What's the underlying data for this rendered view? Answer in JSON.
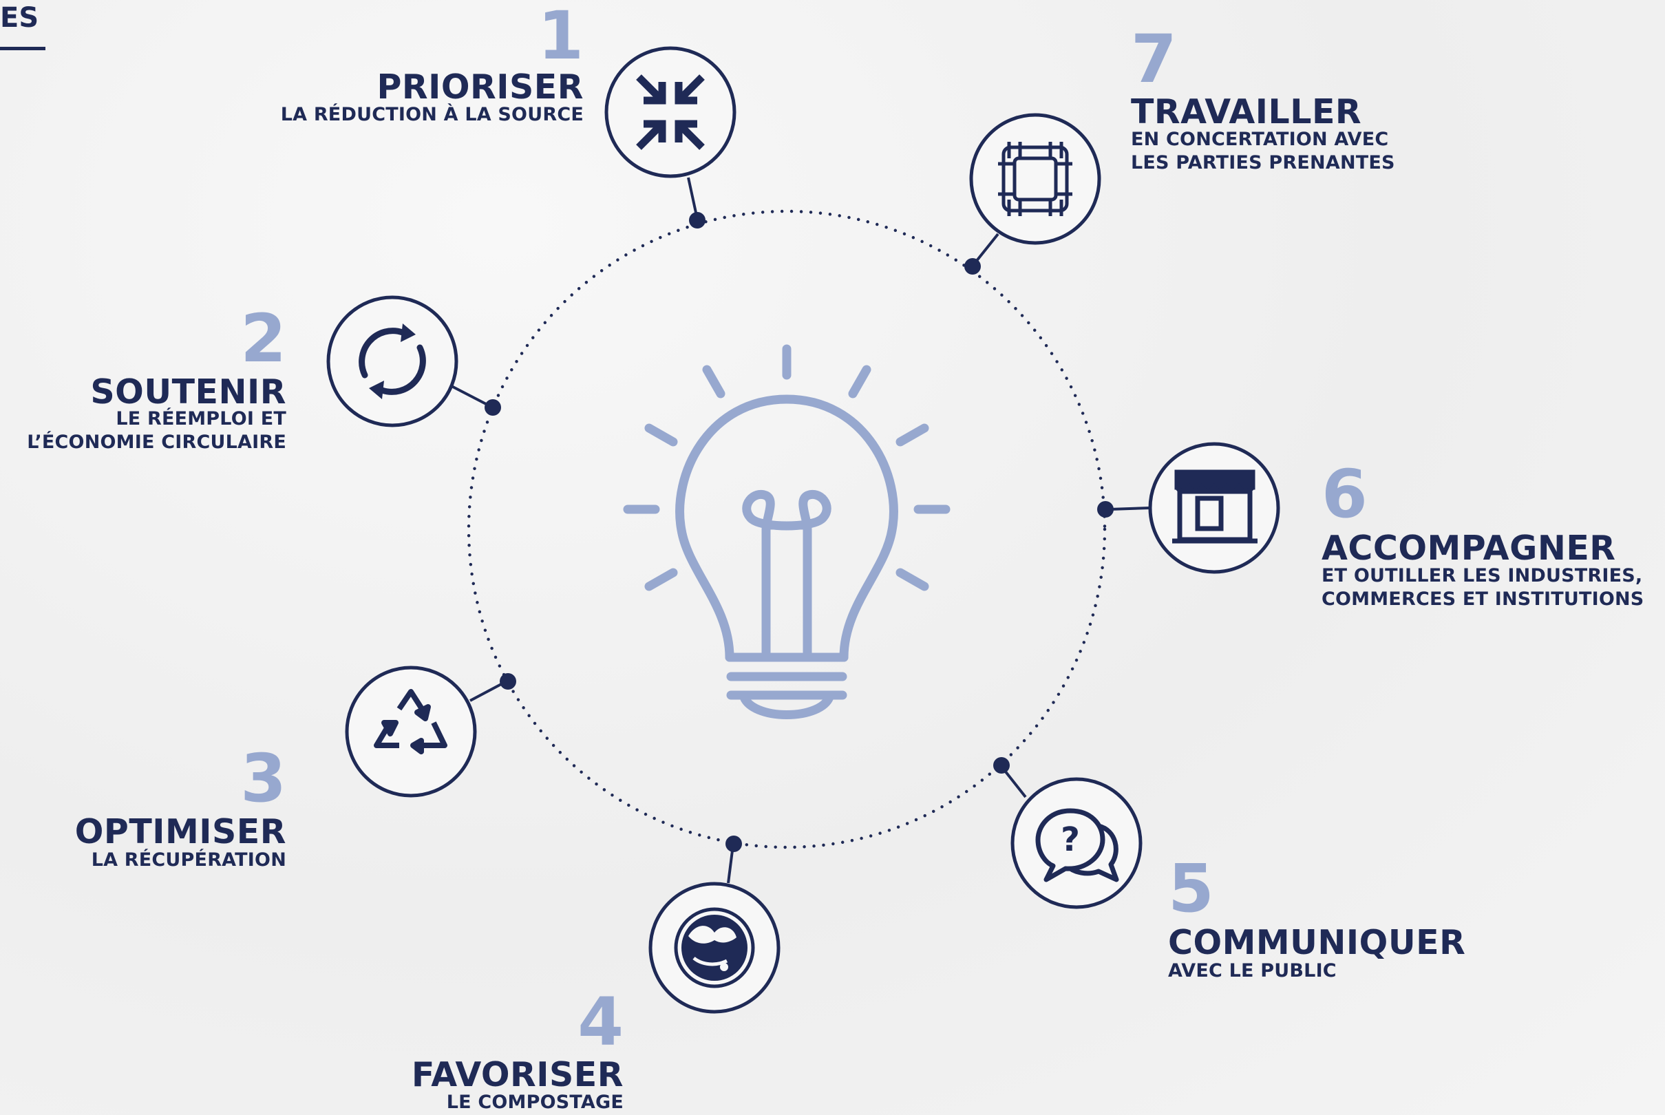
{
  "header": {
    "text": "ES"
  },
  "colors": {
    "navy": "#1f2a56",
    "light_blue": "#97a8cf",
    "background": "#f3f3f3"
  },
  "center": {
    "icon": "lightbulb-icon"
  },
  "steps": [
    {
      "number": "1",
      "title": "PRIORISER",
      "subtitle": "LA RÉDUCTION À LA SOURCE",
      "icon": "compress-arrows-icon"
    },
    {
      "number": "2",
      "title": "SOUTENIR",
      "subtitle": "LE RÉEMPLOI ET\nL’ÉCONOMIE CIRCULAIRE",
      "icon": "refresh-cycle-icon"
    },
    {
      "number": "3",
      "title": "OPTIMISER",
      "subtitle": "LA RÉCUPÉRATION",
      "icon": "recycle-icon"
    },
    {
      "number": "4",
      "title": "FAVORISER",
      "subtitle": "LE COMPOSTAGE",
      "icon": "compost-icon"
    },
    {
      "number": "5",
      "title": "COMMUNIQUER",
      "subtitle": "AVEC LE PUBLIC",
      "icon": "question-chat-icon"
    },
    {
      "number": "6",
      "title": "ACCOMPAGNER",
      "subtitle": "ET OUTILLER LES INDUSTRIES,\nCOMMERCES ET INSTITUTIONS",
      "icon": "storefront-icon"
    },
    {
      "number": "7",
      "title": "TRAVAILLER",
      "subtitle": "EN CONCERTATION AVEC\nLES PARTIES PRENANTES",
      "icon": "joined-hands-icon"
    }
  ]
}
